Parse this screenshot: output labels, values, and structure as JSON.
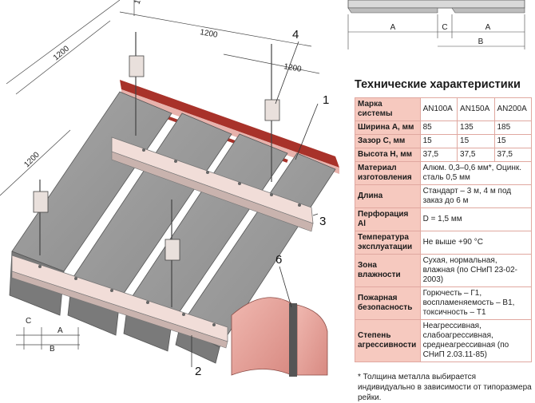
{
  "dimensions": {
    "d1200_top": "1200",
    "d1200_left": "1200",
    "d1200_lower_left": "1200",
    "d1200_mid": "1200",
    "d15": "15",
    "c_label": "C",
    "a_label": "A",
    "b_label": "B"
  },
  "callouts": [
    "1",
    "2",
    "3",
    "4",
    "6"
  ],
  "section": {
    "a1": "A",
    "c": "C",
    "a2": "A",
    "b": "B"
  },
  "spec": {
    "title": "Технические характеристики",
    "brand_key": "Марка системы",
    "brands": [
      "AN100A",
      "AN150A",
      "AN200A"
    ],
    "numeric_rows": [
      {
        "key": "Ширина А, мм",
        "values": [
          "85",
          "135",
          "185"
        ]
      },
      {
        "key": "Зазор С, мм",
        "values": [
          "15",
          "15",
          "15"
        ]
      },
      {
        "key": "Высота Н, мм",
        "values": [
          "37,5",
          "37,5",
          "37,5"
        ]
      }
    ],
    "rows": [
      {
        "key": "Материал изготовления",
        "value": "Алюм. 0,3–0,6 мм*, Оцинк. сталь 0,5 мм"
      },
      {
        "key": "Длина",
        "value": "Стандарт – 3 м, 4 м под заказ до 6 м"
      },
      {
        "key": "Перфорация Al",
        "value": "D = 1,5 мм"
      },
      {
        "key": "Температура эксплуатации",
        "value": "Не выше +90 °С"
      },
      {
        "key": "Зона влажности",
        "value": "Сухая, нормальная, влажная (по СНиП 23-02-2003)"
      },
      {
        "key": "Пожарная безопасность",
        "value": "Горючесть – Г1, воспламеняемость – В1, токсичность – Т1"
      },
      {
        "key": "Степень агрессивности",
        "value": "Неагрессивная, слабоагрессивная, среднеагрессивная (по СНиП 2.03.11-85)"
      }
    ],
    "footnote": "* Толщина металла выбирается индивидуально в зависимости от типоразмера рейки."
  },
  "colors": {
    "header_pink": "#f6c9bf",
    "border_pink": "#e0a8a0",
    "panel_grey": "#9b9b9b",
    "rail_red": "#a8322a",
    "rail_pink": "#e8b2ac"
  }
}
